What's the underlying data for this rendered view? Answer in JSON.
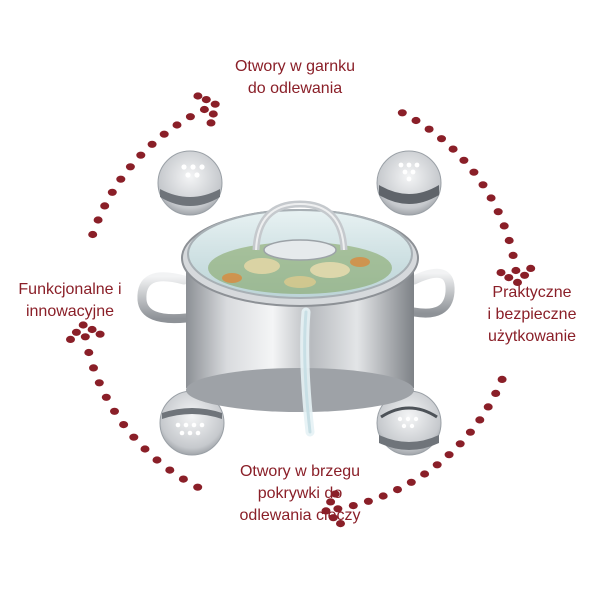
{
  "labels": {
    "top": [
      "Otwory w garnku",
      "do odlewania"
    ],
    "left": [
      "Funkcjonalne i",
      "innowacyjne"
    ],
    "right": [
      "Praktyczne",
      "i bezpieczne",
      "użytkowanie"
    ],
    "bottom": [
      "Otwory w brzegu",
      "pokrywki do",
      "odlewania cieczy"
    ]
  },
  "colors": {
    "accent": "#8a1f28",
    "steel": "#b9bcc0",
    "glass": "#cfe3e6"
  },
  "icons": {
    "dots": "circular-arrow-dots",
    "main": "stainless-pot-with-glass-lid",
    "thumbs": [
      "pot-rim-holes-detail",
      "lid-strainer-holes-detail",
      "rim-holes-closeup",
      "lid-edge-holes-closeup"
    ]
  }
}
